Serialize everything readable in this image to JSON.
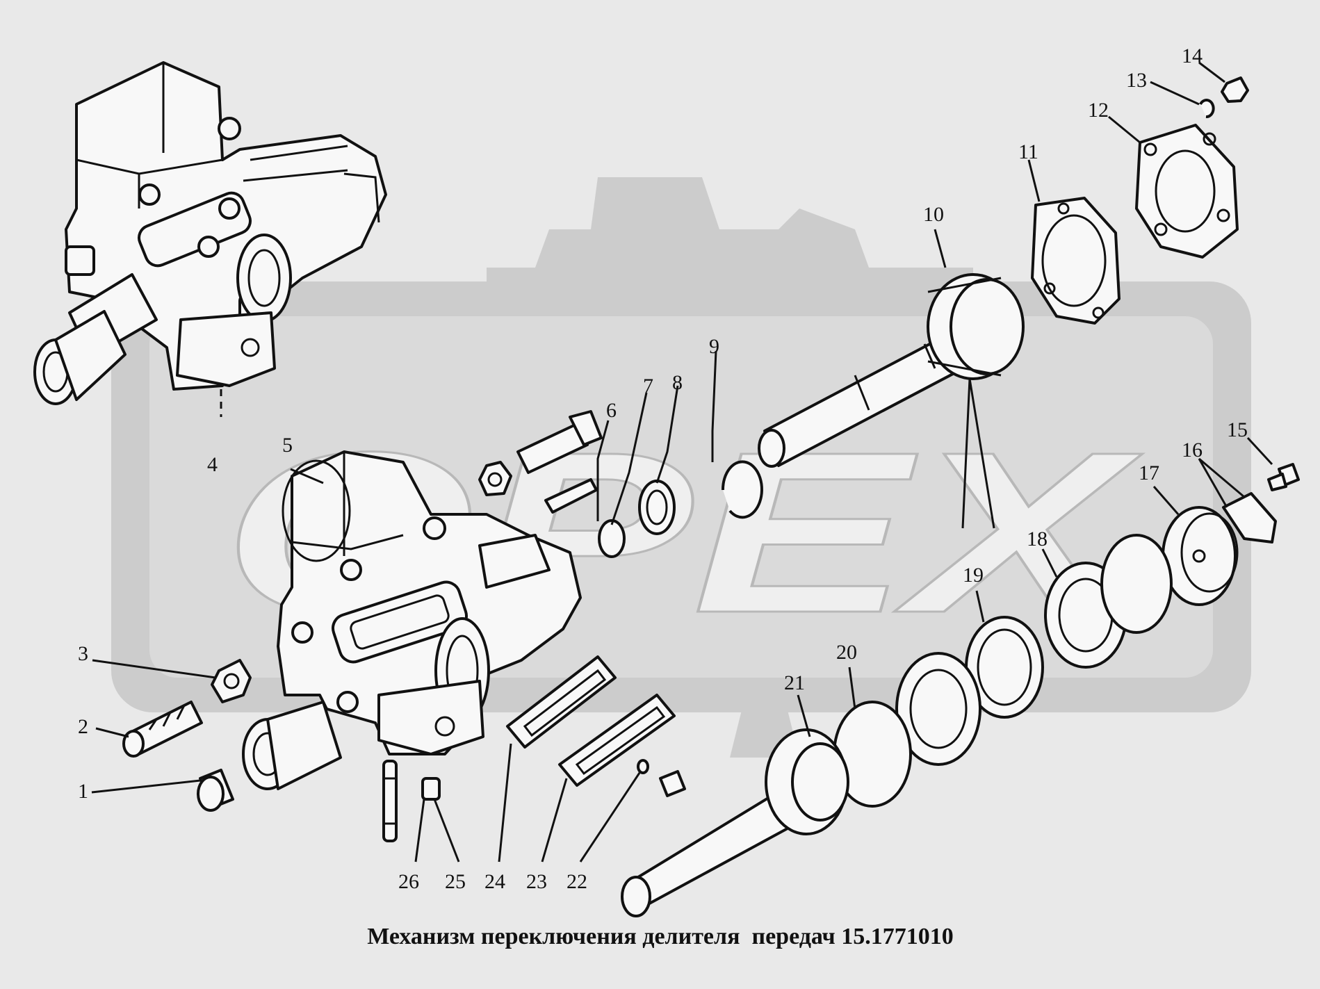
{
  "caption": "Механизм переключения делителя  передач 15.1771010",
  "watermark": "OPEX",
  "callouts": [
    "1",
    "2",
    "3",
    "4",
    "5",
    "6",
    "7",
    "8",
    "9",
    "10",
    "11",
    "12",
    "13",
    "14",
    "15",
    "16",
    "17",
    "18",
    "19",
    "20",
    "21",
    "22",
    "23",
    "24",
    "25",
    "26"
  ]
}
